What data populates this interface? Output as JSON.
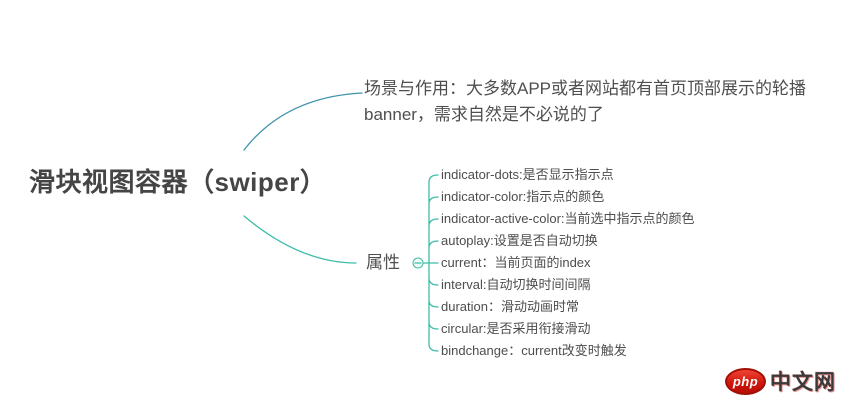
{
  "mindmap": {
    "root": {
      "label": "滑块视图容器（swiper）"
    },
    "branches": [
      {
        "id": "scene",
        "label": "场景与作用：大多数APP或者网站都有首页顶部展示的轮播\nbanner，需求自然是不必说的了",
        "color": "#4293ad"
      },
      {
        "id": "attributes",
        "label": "属性",
        "color": "#3cbda6",
        "collapse_icon": "minus",
        "children": [
          "indicator-dots:是否显示指示点",
          "indicator-color:指示点的颜色",
          "indicator-active-color:当前选中指示点的颜色",
          "autoplay:设置是否自动切换",
          "current：当前页面的index",
          "interval:自动切换时间间隔",
          "duration：滑动动画时常",
          "circular:是否采用衔接滑动",
          "bindchange：current改变时触发"
        ]
      }
    ]
  },
  "watermark": {
    "logo_text": "php",
    "site_text": "中文网",
    "logo_color": "#d0170c"
  }
}
